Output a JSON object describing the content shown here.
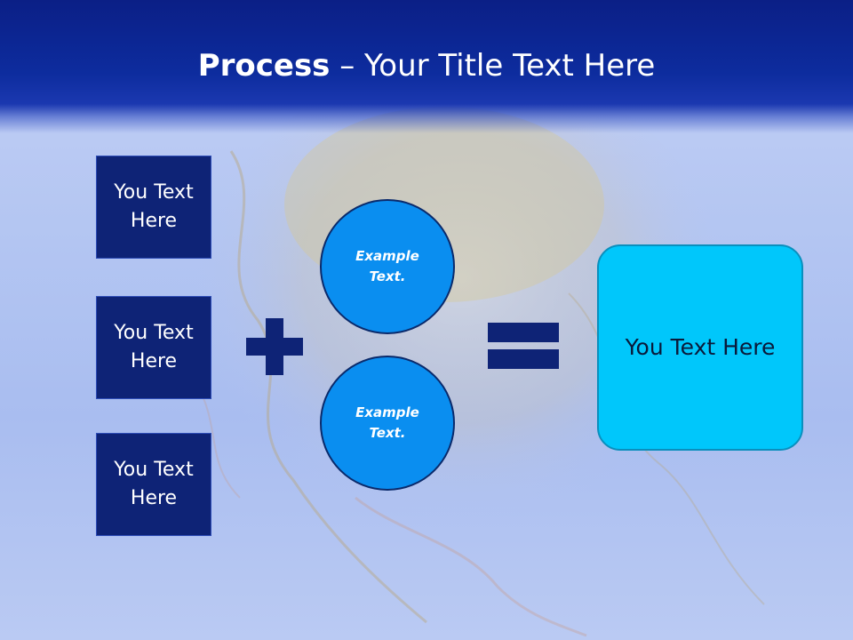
{
  "slide": {
    "title_bold": "Process",
    "title_rest": " – Your Title Text Here"
  },
  "inputs": [
    {
      "label": "You Text Here"
    },
    {
      "label": "You Text Here"
    },
    {
      "label": "You Text Here"
    }
  ],
  "examples": [
    {
      "label": "Example Text."
    },
    {
      "label": "Example Text."
    }
  ],
  "result": {
    "label": "You Text Here"
  },
  "colors": {
    "title_bar": "#0d2c9e",
    "input_box": "#0e2376",
    "example_circle": "#0a8ef0",
    "result_box": "#00c7fb",
    "operator": "#0e2376"
  }
}
